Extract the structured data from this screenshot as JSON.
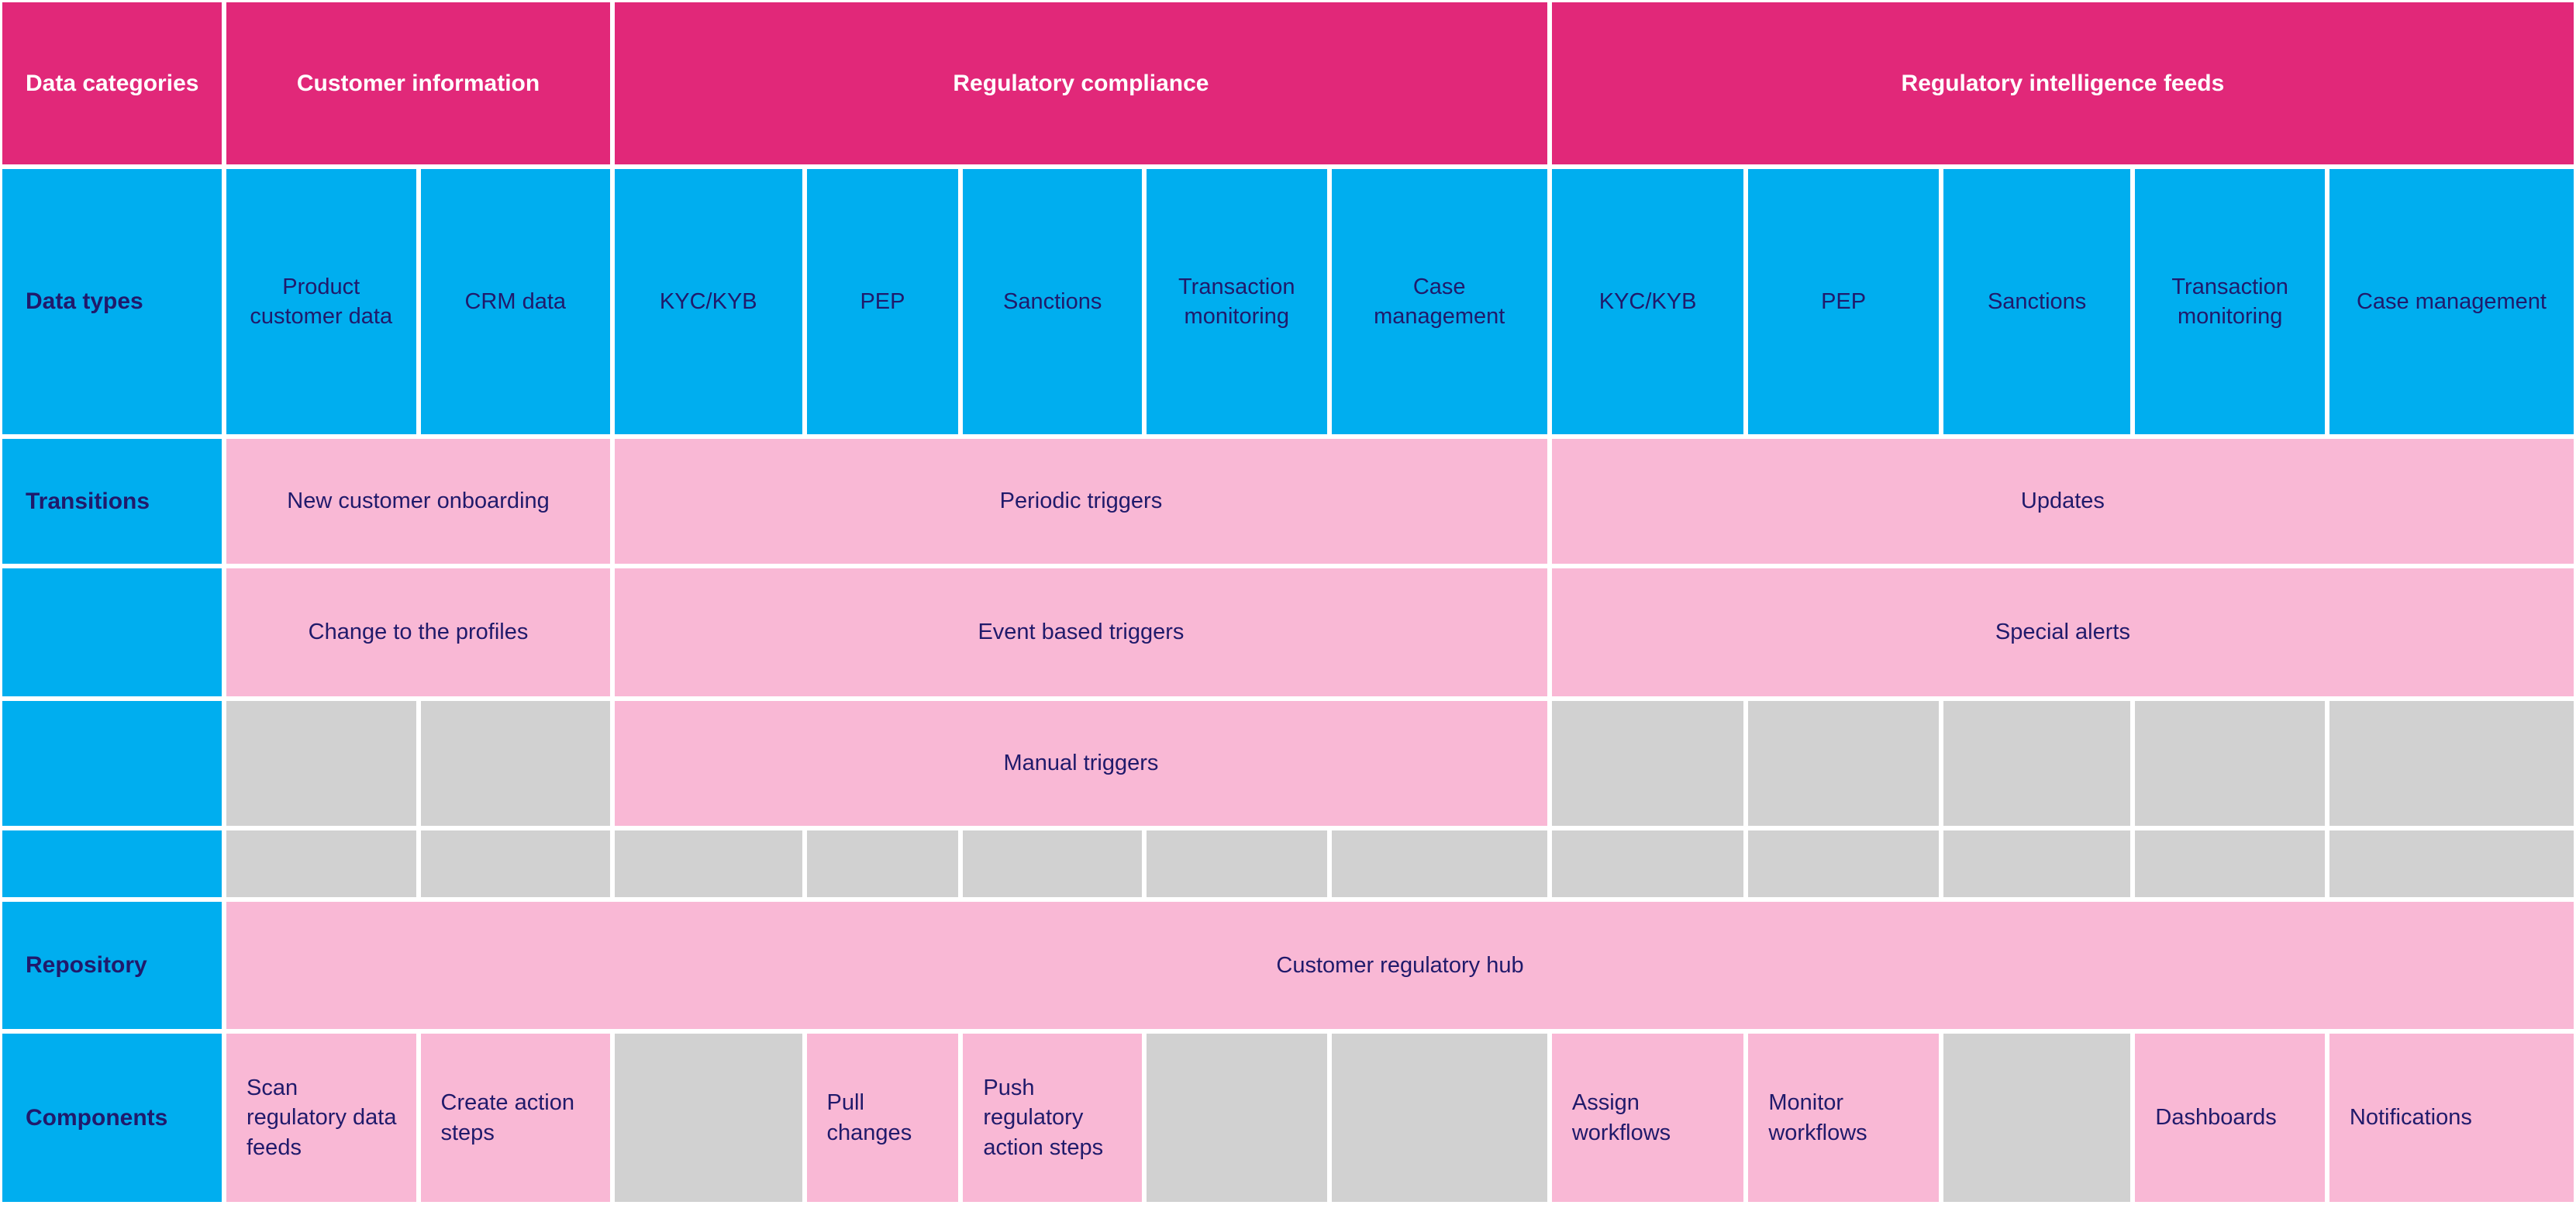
{
  "palette": {
    "header_magenta": "#E12879",
    "cell_blue": "#00AEEF",
    "cell_pink": "#F9B8D5",
    "cell_gray": "#D1D1D1",
    "text_navy": "#201A6B",
    "text_white": "#FFFFFF",
    "background": "#FFFFFF"
  },
  "table": {
    "header_row": {
      "label": "Data categories",
      "groups": [
        {
          "label": "Customer information",
          "span": 2
        },
        {
          "label": "Regulatory compliance",
          "span": 5
        },
        {
          "label": "Regulatory intelligence feeds",
          "span": 5
        }
      ]
    },
    "data_types_row": {
      "label": "Data types",
      "cells": [
        "Product customer data",
        "CRM data",
        "KYC/KYB",
        "PEP",
        "Sanctions",
        "Transaction monitoring",
        "Case management",
        "KYC/KYB",
        "PEP",
        "Sanctions",
        "Transaction monitoring",
        "Case management"
      ]
    },
    "transitions_rows": {
      "label": "Transitions",
      "rows": [
        [
          {
            "label": "New customer onboarding",
            "span": 2,
            "tone": "pink"
          },
          {
            "label": "Periodic triggers",
            "span": 5,
            "tone": "pink"
          },
          {
            "label": "Updates",
            "span": 5,
            "tone": "pink"
          }
        ],
        [
          {
            "label": "Change to the profiles",
            "span": 2,
            "tone": "pink"
          },
          {
            "label": "Event based triggers",
            "span": 5,
            "tone": "pink"
          },
          {
            "label": "Special alerts",
            "span": 5,
            "tone": "pink"
          }
        ],
        [
          {
            "label": "",
            "span": 1,
            "tone": "gray"
          },
          {
            "label": "",
            "span": 1,
            "tone": "gray"
          },
          {
            "label": "Manual triggers",
            "span": 5,
            "tone": "pink"
          },
          {
            "label": "",
            "span": 1,
            "tone": "gray"
          },
          {
            "label": "",
            "span": 1,
            "tone": "gray"
          },
          {
            "label": "",
            "span": 1,
            "tone": "gray"
          },
          {
            "label": "",
            "span": 1,
            "tone": "gray"
          },
          {
            "label": "",
            "span": 1,
            "tone": "gray"
          }
        ],
        [
          {
            "label": "",
            "span": 1,
            "tone": "gray"
          },
          {
            "label": "",
            "span": 1,
            "tone": "gray"
          },
          {
            "label": "",
            "span": 1,
            "tone": "gray"
          },
          {
            "label": "",
            "span": 1,
            "tone": "gray"
          },
          {
            "label": "",
            "span": 1,
            "tone": "gray"
          },
          {
            "label": "",
            "span": 1,
            "tone": "gray"
          },
          {
            "label": "",
            "span": 1,
            "tone": "gray"
          },
          {
            "label": "",
            "span": 1,
            "tone": "gray"
          },
          {
            "label": "",
            "span": 1,
            "tone": "gray"
          },
          {
            "label": "",
            "span": 1,
            "tone": "gray"
          },
          {
            "label": "",
            "span": 1,
            "tone": "gray"
          },
          {
            "label": "",
            "span": 1,
            "tone": "gray"
          }
        ]
      ]
    },
    "repository_row": {
      "label": "Repository",
      "cells": [
        {
          "label": "Customer regulatory hub",
          "span": 12,
          "tone": "pink"
        }
      ]
    },
    "components_row": {
      "label": "Components",
      "cells": [
        {
          "label": "Scan regulatory data feeds",
          "span": 1,
          "tone": "pink"
        },
        {
          "label": "Create action steps",
          "span": 1,
          "tone": "pink"
        },
        {
          "label": "",
          "span": 1,
          "tone": "gray"
        },
        {
          "label": "Pull changes",
          "span": 1,
          "tone": "pink"
        },
        {
          "label": "Push regulatory action steps",
          "span": 1,
          "tone": "pink"
        },
        {
          "label": "",
          "span": 1,
          "tone": "gray"
        },
        {
          "label": "",
          "span": 1,
          "tone": "gray"
        },
        {
          "label": "Assign workflows",
          "span": 1,
          "tone": "pink"
        },
        {
          "label": "Monitor workflows",
          "span": 1,
          "tone": "pink"
        },
        {
          "label": "",
          "span": 1,
          "tone": "gray"
        },
        {
          "label": "Dashboards",
          "span": 1,
          "tone": "pink"
        },
        {
          "label": "Notifications",
          "span": 1,
          "tone": "pink"
        }
      ]
    }
  }
}
